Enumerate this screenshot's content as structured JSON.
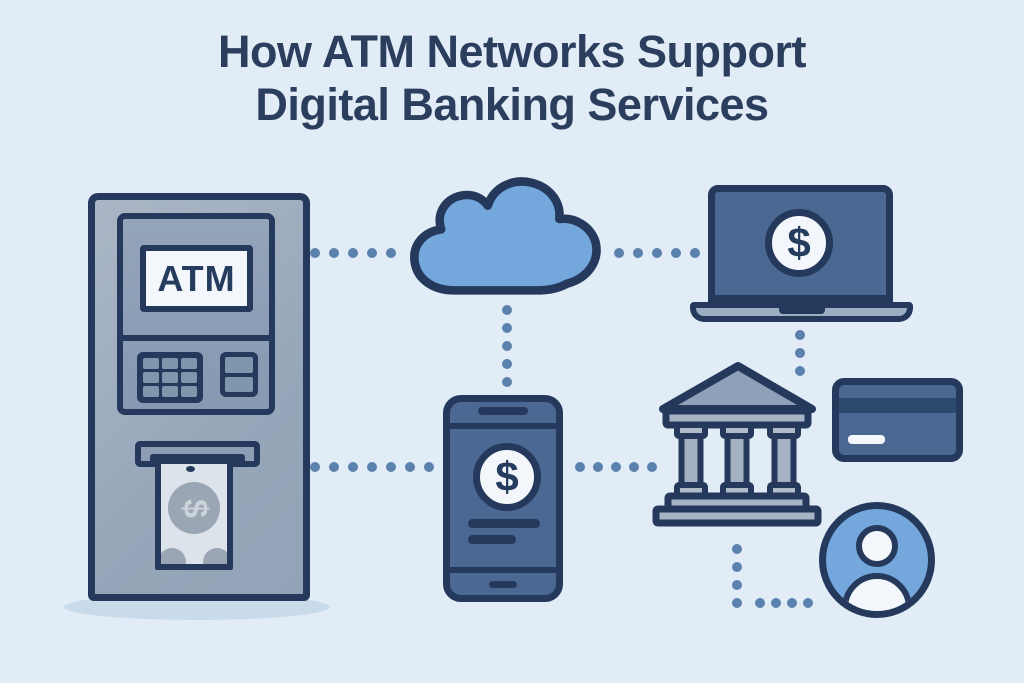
{
  "title": {
    "line1": "How ATM Networks Support",
    "line2": "Digital Banking Services"
  },
  "colors": {
    "background": "#e2ecf6",
    "outline_navy": "#24395b",
    "title_navy": "#2c3e5e",
    "sky_blue": "#74a8dd",
    "panel_blue": "#4a6892",
    "card_stripe_blue": "#2d486d",
    "machine_gray": "#9aa9bb",
    "stone_gray": "#a7b4c5",
    "dot_blue": "#5b81ad",
    "screen_white": "#f3f7fb"
  },
  "nodes": {
    "atm_machine": {
      "icon": "atm-machine-icon",
      "screen_label": "ATM"
    },
    "cash_note": {
      "icon": "banknote-icon",
      "symbol": "$"
    },
    "network_cloud": {
      "icon": "cloud-icon"
    },
    "laptop_banking": {
      "icon": "laptop-icon",
      "symbol": "$"
    },
    "mobile_banking": {
      "icon": "smartphone-icon",
      "symbol": "$"
    },
    "bank_institution": {
      "icon": "bank-building-icon"
    },
    "payment_card": {
      "icon": "credit-card-icon"
    },
    "customer": {
      "icon": "user-icon"
    }
  },
  "connectors": {
    "atm_to_cloud": 5,
    "cloud_to_laptop": 5,
    "cloud_to_phone": 5,
    "atm_to_phone": 7,
    "phone_to_bank": 5,
    "laptop_to_bank": 3,
    "bank_to_user_vertical": 4,
    "bank_to_user_horizontal": 4
  }
}
